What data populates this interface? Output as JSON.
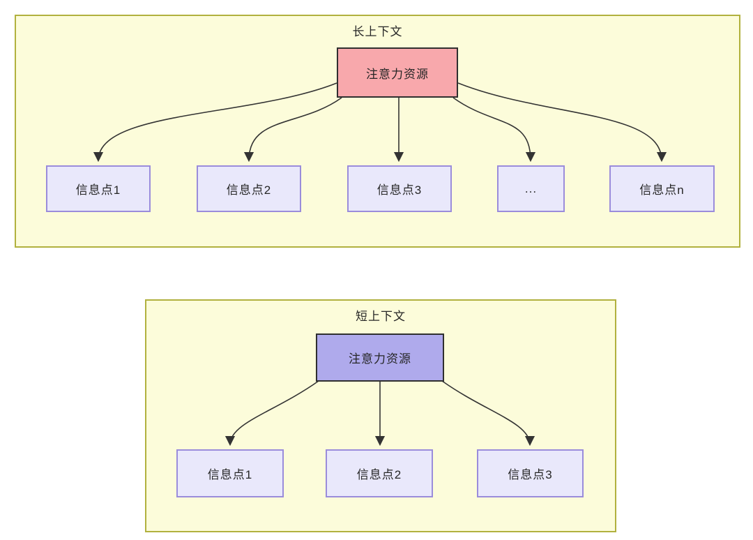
{
  "diagram": {
    "colors": {
      "panel_fill": "#FCFCDA",
      "panel_border": "#B1B13E",
      "attention_long_fill": "#F8A8AC",
      "attention_short_fill": "#AFAAEC",
      "info_node_fill": "#E9E8FB",
      "info_node_border": "#9A8CDB",
      "node_outline": "#2F2F2F",
      "edge_color": "#333333",
      "text_color": "#262626"
    },
    "long_context": {
      "title": "长上下文",
      "root": {
        "label": "注意力资源"
      },
      "nodes": [
        {
          "label": "信息点1"
        },
        {
          "label": "信息点2"
        },
        {
          "label": "信息点3"
        },
        {
          "label": "..."
        },
        {
          "label": "信息点n"
        }
      ]
    },
    "short_context": {
      "title": "短上下文",
      "root": {
        "label": "注意力资源"
      },
      "nodes": [
        {
          "label": "信息点1"
        },
        {
          "label": "信息点2"
        },
        {
          "label": "信息点3"
        }
      ]
    }
  }
}
